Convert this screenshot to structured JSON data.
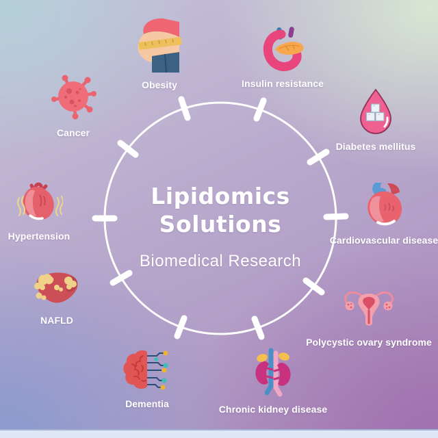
{
  "center": {
    "title_line1": "Lipidomics",
    "title_line2": "Solutions",
    "subtitle": "Biomedical Research"
  },
  "diseases": [
    {
      "label": "Obesity",
      "icon": "obesity-belly-tape-icon"
    },
    {
      "label": "Insulin resistance",
      "icon": "pancreas-icon"
    },
    {
      "label": "Diabetes mellitus",
      "icon": "blood-drop-sugar-cubes-icon"
    },
    {
      "label": "Cardiovascular disease",
      "icon": "heart-organ-icon"
    },
    {
      "label": "Polycystic ovary syndrome",
      "icon": "uterus-ovaries-icon"
    },
    {
      "label": "Chronic kidney disease",
      "icon": "kidneys-icon"
    },
    {
      "label": "Dementia",
      "icon": "brain-circuit-icon"
    },
    {
      "label": "NAFLD",
      "icon": "fatty-liver-icon"
    },
    {
      "label": "Hypertension",
      "icon": "pressured-heart-icon"
    },
    {
      "label": "Cancer",
      "icon": "cancer-cell-icon"
    }
  ],
  "palette": {
    "ring": "#ffffff",
    "text": "#ffffff",
    "bg_top_left": "#b4cfd8",
    "bg_top_right": "#d7e7d2",
    "bg_bottom_left": "#8a9bcf",
    "bg_bottom_right": "#a070ae",
    "bg_center": "#b6a4ca",
    "icon_red": "#ee6d78",
    "icon_pink": "#e8457c",
    "icon_orange": "#f7a84e",
    "icon_blue": "#4a90c6",
    "icon_magenta": "#c7317d",
    "icon_yellow": "#efd287",
    "icon_teal": "#3cc0b4",
    "bottom_strip": "#dfe8f6"
  }
}
